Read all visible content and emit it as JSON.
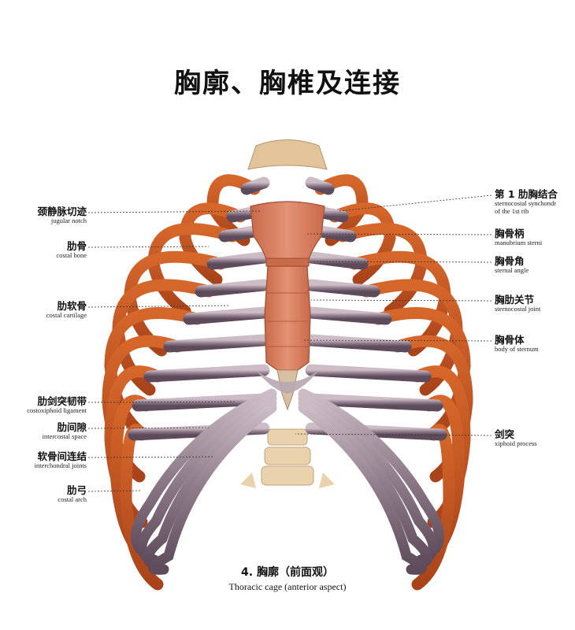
{
  "title": "胸廓、胸椎及连接",
  "labels_left": [
    {
      "zh": "颈静脉切迹",
      "en": "jugular notch"
    },
    {
      "zh": "肋骨",
      "en": "costal bone"
    },
    {
      "zh": "肋软骨",
      "en": "costal cartilage"
    },
    {
      "zh": "肋剑突韧带",
      "en": "costoxiphoid ligament"
    },
    {
      "zh": "肋间隙",
      "en": "intercostal space"
    },
    {
      "zh": "软骨间连结",
      "en": "interchondral joints"
    },
    {
      "zh": "肋弓",
      "en": "costal arch"
    }
  ],
  "labels_right": [
    {
      "zh": "第 1 肋胸结合",
      "en": "sternocostal synchondr",
      "en2": "of the 1st rib"
    },
    {
      "zh": "胸骨柄",
      "en": "manubrium sterni"
    },
    {
      "zh": "胸骨角",
      "en": "sternal angle"
    },
    {
      "zh": "胸肋关节",
      "en": "sternocostal joint"
    },
    {
      "zh": "胸骨体",
      "en": "body of sternum"
    },
    {
      "zh": "剑突",
      "en": "xiphoid process"
    }
  ],
  "caption": {
    "zh": "4. 胸廓（前面观）",
    "en": "Thoracic cage (anterior aspect)"
  },
  "colors": {
    "bone": "#c8561f",
    "bone_dark": "#9e3c14",
    "cartilage": "#8a7784",
    "cartilage_light": "#c8b9c2",
    "sternum": "#d9805e",
    "vertebra": "#e8cfa4"
  }
}
